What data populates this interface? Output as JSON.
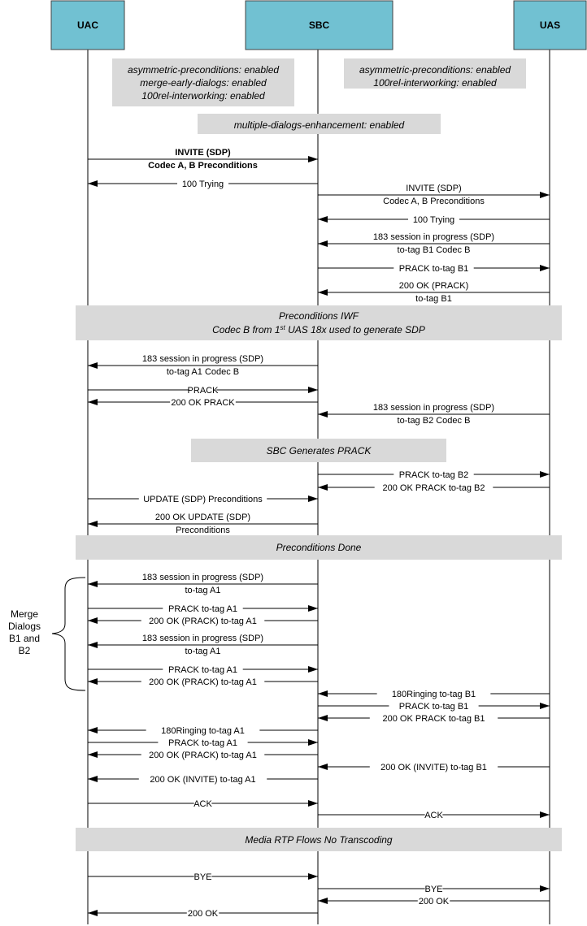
{
  "actors": [
    "UAC",
    "SBC",
    "UAS"
  ],
  "config_notes": {
    "uac_side": [
      "asymmetric-preconditions: enabled",
      "merge-early-dialogs: enabled",
      "100rel-interworking: enabled"
    ],
    "uas_side": [
      "asymmetric-preconditions: enabled",
      "100rel-interworking: enabled"
    ],
    "shared": [
      "multiple-dialogs-enhancement: enabled"
    ]
  },
  "messages": [
    {
      "from": "UAC",
      "to": "SBC",
      "lines": [
        "INVITE (SDP)",
        "Codec A, B   Preconditions"
      ],
      "bold": true
    },
    {
      "from": "SBC",
      "to": "UAC",
      "lines": [
        "100 Trying"
      ]
    },
    {
      "from": "SBC",
      "to": "UAS",
      "lines": [
        "INVITE (SDP)",
        "Codec A, B   Preconditions"
      ]
    },
    {
      "from": "UAS",
      "to": "SBC",
      "lines": [
        "100 Trying"
      ]
    },
    {
      "from": "UAS",
      "to": "SBC",
      "lines": [
        "183 session in progress (SDP)",
        "to-tag B1   Codec B"
      ]
    },
    {
      "from": "SBC",
      "to": "UAS",
      "lines": [
        "PRACK  to-tag B1"
      ]
    },
    {
      "from": "UAS",
      "to": "SBC",
      "lines": [
        "200 OK (PRACK)",
        "to-tag B1"
      ]
    },
    {
      "from": "SBC",
      "to": "UAC",
      "lines": [
        "183 session in progress (SDP)",
        "to-tag A1   Codec B"
      ]
    },
    {
      "from": "UAC",
      "to": "SBC",
      "lines": [
        "PRACK"
      ]
    },
    {
      "from": "SBC",
      "to": "UAC",
      "lines": [
        "200 OK  PRACK"
      ]
    },
    {
      "from": "UAS",
      "to": "SBC",
      "lines": [
        "183 session in progress (SDP)",
        "to-tag B2   Codec B"
      ]
    },
    {
      "from": "SBC",
      "to": "UAS",
      "lines": [
        "PRACK  to-tag B2"
      ]
    },
    {
      "from": "UAS",
      "to": "SBC",
      "lines": [
        "200 OK  PRACK  to-tag B2"
      ]
    },
    {
      "from": "UAC",
      "to": "SBC",
      "lines": [
        "UPDATE (SDP) Preconditions"
      ]
    },
    {
      "from": "SBC",
      "to": "UAC",
      "lines": [
        "200 OK UPDATE (SDP)",
        "Preconditions"
      ]
    },
    {
      "from": "SBC",
      "to": "UAC",
      "lines": [
        "183 session in progress (SDP)",
        "to-tag A1"
      ]
    },
    {
      "from": "UAC",
      "to": "SBC",
      "lines": [
        "PRACK  to-tag A1"
      ]
    },
    {
      "from": "SBC",
      "to": "UAC",
      "lines": [
        "200 OK (PRACK)  to-tag A1"
      ]
    },
    {
      "from": "SBC",
      "to": "UAC",
      "lines": [
        "183 session in progress (SDP)",
        "to-tag A1"
      ]
    },
    {
      "from": "UAC",
      "to": "SBC",
      "lines": [
        "PRACK  to-tag A1"
      ]
    },
    {
      "from": "SBC",
      "to": "UAC",
      "lines": [
        "200 OK (PRACK)  to-tag A1"
      ]
    },
    {
      "from": "UAS",
      "to": "SBC",
      "lines": [
        "180Ringing  to-tag   B1"
      ]
    },
    {
      "from": "SBC",
      "to": "UAS",
      "lines": [
        "PRACK  to-tag   B1"
      ]
    },
    {
      "from": "UAS",
      "to": "SBC",
      "lines": [
        "200 OK  PRACK  to-tag   B1"
      ]
    },
    {
      "from": "SBC",
      "to": "UAC",
      "lines": [
        "180Ringing  to-tag   A1"
      ]
    },
    {
      "from": "UAC",
      "to": "SBC",
      "lines": [
        "PRACK  to-tag   A1"
      ]
    },
    {
      "from": "SBC",
      "to": "UAC",
      "lines": [
        "200 OK (PRACK)  to-tag A1"
      ]
    },
    {
      "from": "UAS",
      "to": "SBC",
      "lines": [
        "200 OK (INVITE)  to-tag B1"
      ]
    },
    {
      "from": "SBC",
      "to": "UAC",
      "lines": [
        "200 OK (INVITE)  to-tag A1"
      ]
    },
    {
      "from": "UAC",
      "to": "SBC",
      "lines": [
        "ACK"
      ]
    },
    {
      "from": "SBC",
      "to": "UAS",
      "lines": [
        "ACK"
      ]
    },
    {
      "from": "UAC",
      "to": "SBC",
      "lines": [
        "BYE"
      ]
    },
    {
      "from": "SBC",
      "to": "UAS",
      "lines": [
        "BYE"
      ]
    },
    {
      "from": "UAS",
      "to": "SBC",
      "lines": [
        "200 OK"
      ]
    },
    {
      "from": "SBC",
      "to": "UAC",
      "lines": [
        "200 OK"
      ]
    }
  ],
  "banners": [
    {
      "lines": [
        "Preconditions IWF",
        "Codec B from 1st UAS 18x used to generate SDP"
      ]
    },
    {
      "lines": [
        "SBC Generates PRACK"
      ]
    },
    {
      "lines": [
        "Preconditions Done"
      ]
    },
    {
      "lines": [
        "Media   RTP Flows   No Transcoding"
      ]
    }
  ],
  "side_label": [
    "Merge",
    "Dialogs",
    "B1 and",
    "B2"
  ],
  "colors": {
    "actor_fill": "#71c1d2",
    "actor_stroke": "#444444",
    "note_fill": "#d9d9d9",
    "line": "#000000"
  }
}
